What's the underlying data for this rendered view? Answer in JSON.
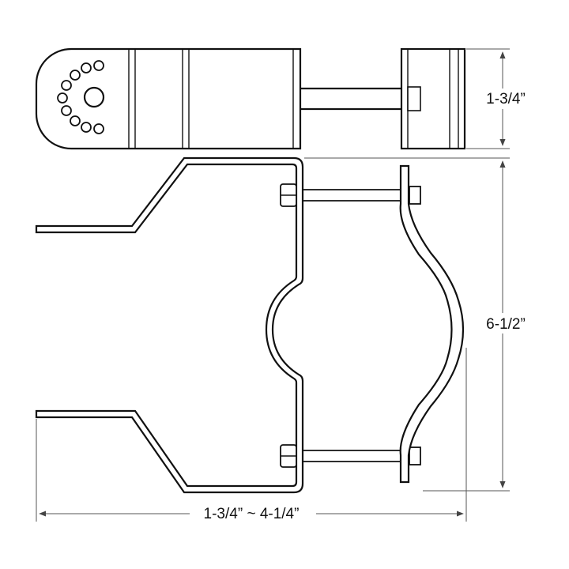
{
  "dimensions": {
    "height_top": "1-3/4”",
    "height_main": "6-1/2”",
    "width_range": "1-3/4” ~ 4-1/4”"
  },
  "colors": {
    "line": "#111111",
    "dimension_line": "#555555",
    "background": "#ffffff"
  }
}
